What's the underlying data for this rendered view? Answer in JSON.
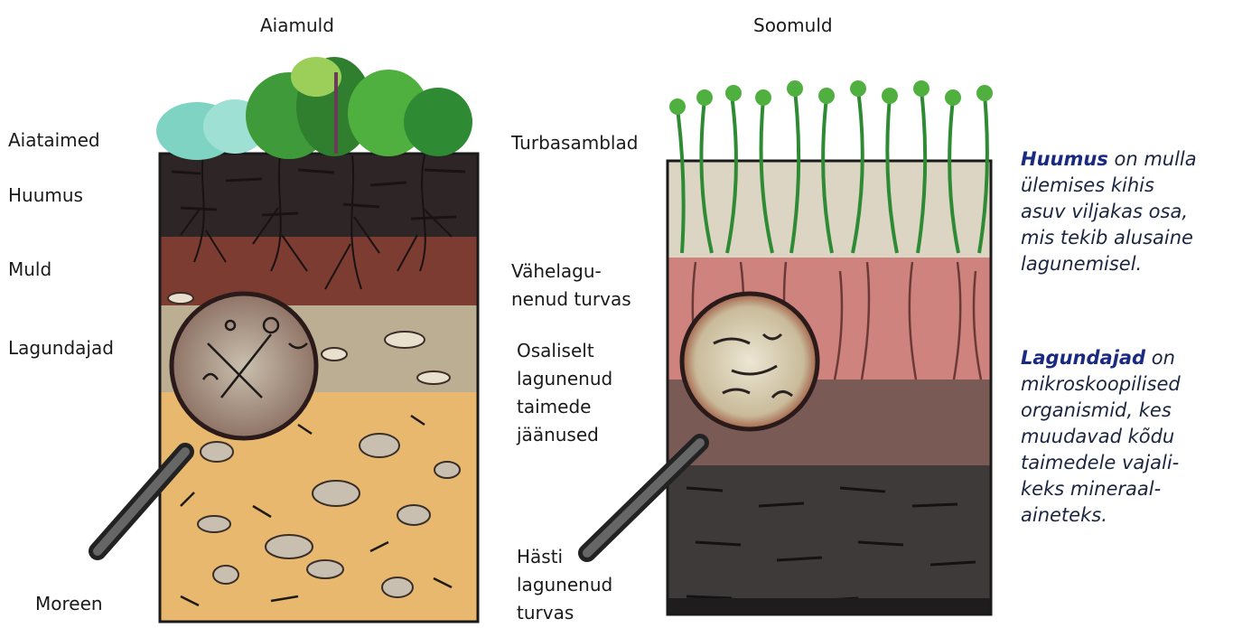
{
  "titles": {
    "left": "Aiamuld",
    "right": "Soomuld"
  },
  "left_labels": {
    "aiataimed": "Aiataimed",
    "huumus": "Huumus",
    "muld": "Muld",
    "lagundajad": "Lagundajad",
    "moreen": "Moreen"
  },
  "right_labels": {
    "turbasamblad": "Turbasamblad",
    "vahelagunenud_1": "Vähelagu-",
    "vahelagunenud_2": "nenud turvas",
    "osaliselt_1": "Osaliselt",
    "osaliselt_2": "lagunenud",
    "osaliselt_3": "taimede",
    "osaliselt_4": "jäänused",
    "hasti_1": "Hästi",
    "hasti_2": "lagunenud",
    "hasti_3": "turvas"
  },
  "notes": {
    "huumus_term": "Huumus",
    "huumus_l1": " on mulla",
    "huumus_l2": "ülemises kihis",
    "huumus_l3": "asuv viljakas osa,",
    "huumus_l4": "mis tekib alusaine",
    "huumus_l5": "lagunemisel.",
    "lagundajad_term": "Lagundajad",
    "lagundajad_l1": " on",
    "lagundajad_l2": "mikroskoopilised",
    "lagundajad_l3": "organismid, kes",
    "lagundajad_l4": "muudavad kõdu",
    "lagundajad_l5": "taimedele vajali-",
    "lagundajad_l6": "keks mineraal-",
    "lagundajad_l7": "aineteks."
  },
  "colors": {
    "humus": "#2e2424",
    "soil": "#7a3a30",
    "clay": "#b9a98f",
    "moraine": "#e6b56b",
    "moss": "#3f9a3a",
    "peat_light": "#dcd5c4",
    "peat_red": "#c97c78",
    "peat_dark": "#3a3636",
    "note_text": "#1a2a80"
  }
}
